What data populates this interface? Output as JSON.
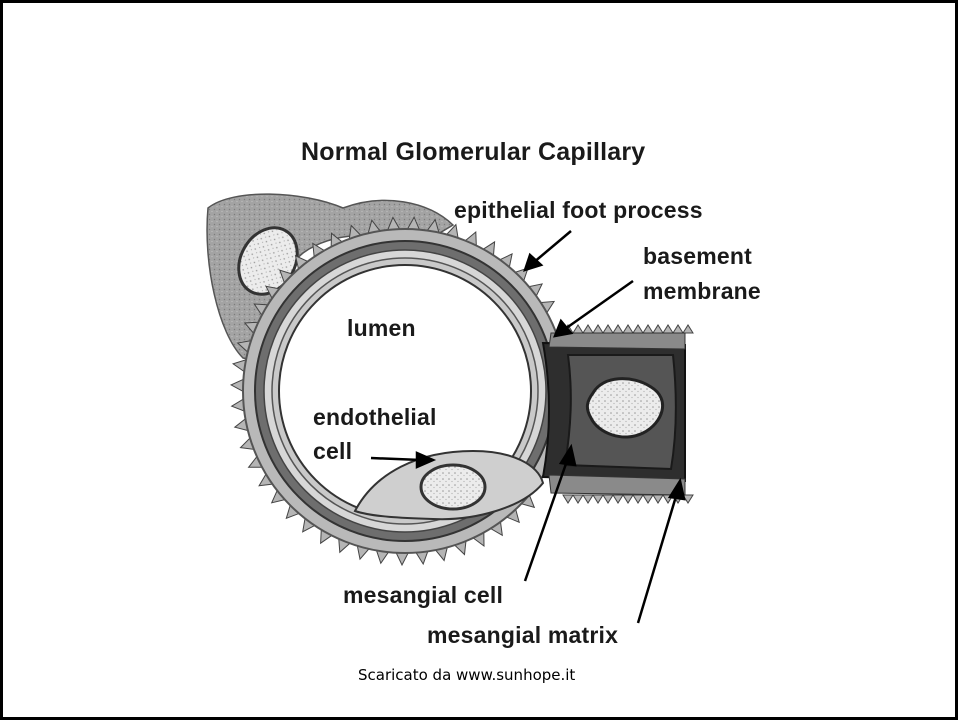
{
  "diagram": {
    "title": "Normal Glomerular Capillary",
    "labels": {
      "epithelial_foot_process": "epithelial foot process",
      "basement_membrane_line1": "basement",
      "basement_membrane_line2": "membrane",
      "lumen": "lumen",
      "endothelial_cell_line1": "endothelial",
      "endothelial_cell_line2": "cell",
      "mesangial_cell": "mesangial cell",
      "mesangial_matrix": "mesangial matrix"
    }
  },
  "footer": {
    "credit": "Scaricato da www.sunhope.it"
  },
  "colors": {
    "border": "#000000",
    "background": "#ffffff",
    "epithelium": "#9a9a9a",
    "basement": "#4a4a4a",
    "endothelium": "#cfcfcf",
    "mesangium": "#2e2e2e",
    "nucleus": "#e6e6e6"
  }
}
